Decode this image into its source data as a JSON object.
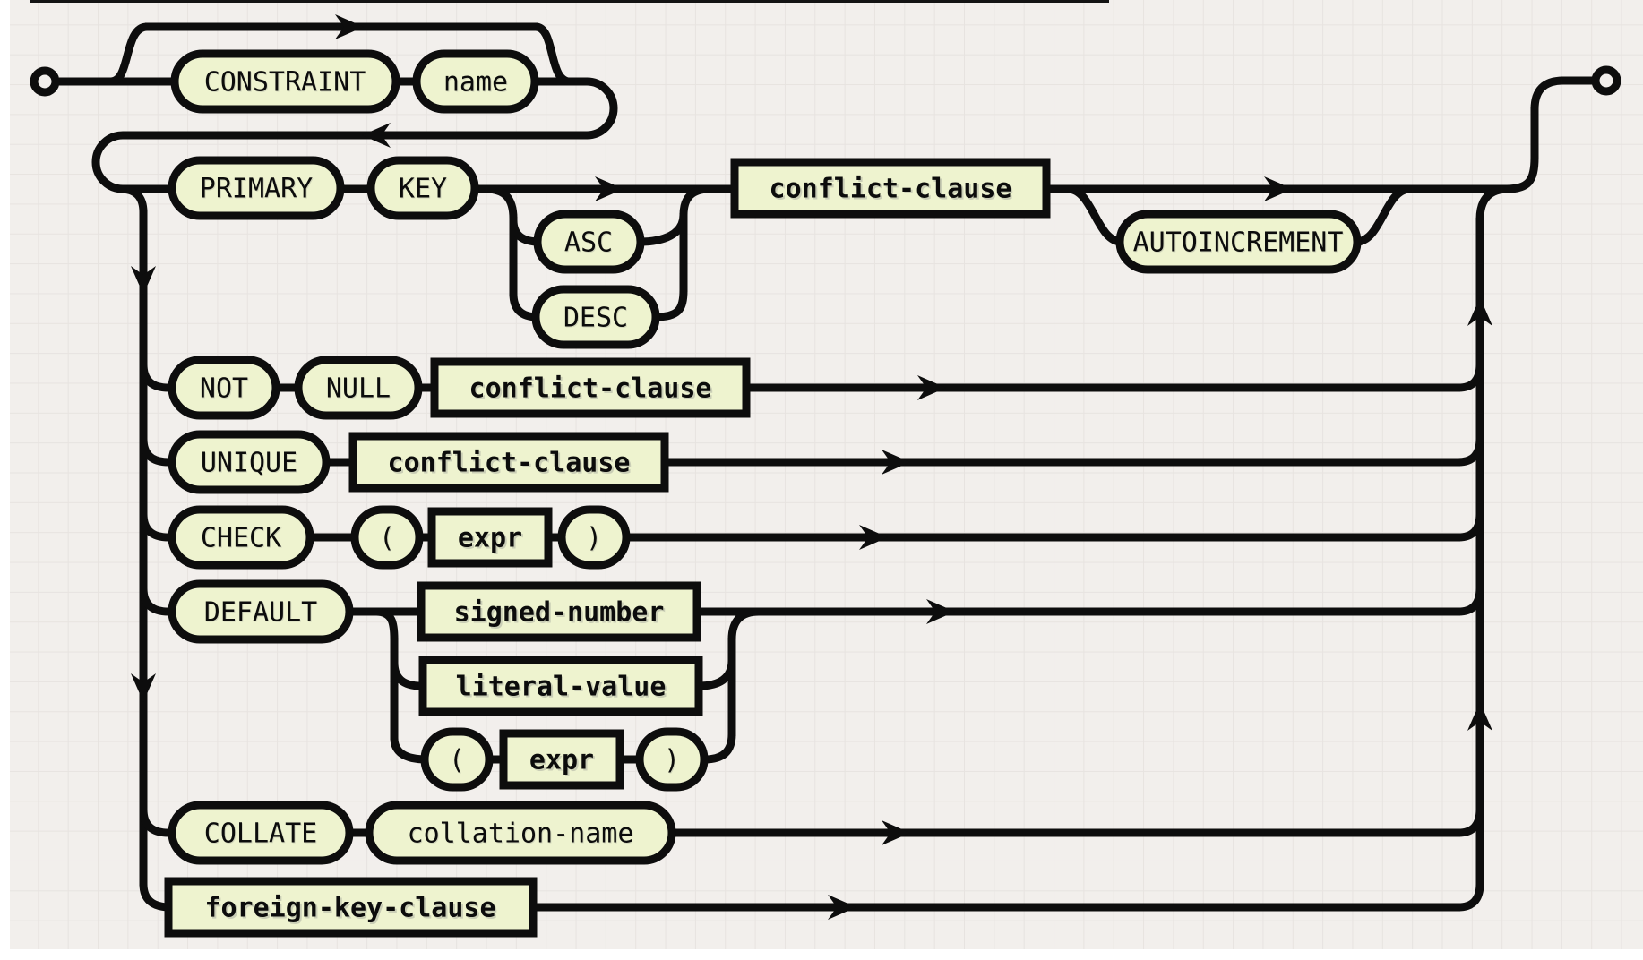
{
  "diagram": {
    "kind": "railroad-syntax-diagram",
    "rule": "column-constraint",
    "nodes": {
      "constraint": "CONSTRAINT",
      "name": "name",
      "primary": "PRIMARY",
      "key": "KEY",
      "asc": "ASC",
      "desc": "DESC",
      "conflict_clause": "conflict-clause",
      "autoincrement": "AUTOINCREMENT",
      "not": "NOT",
      "null": "NULL",
      "unique": "UNIQUE",
      "check": "CHECK",
      "lparen": "(",
      "rparen": ")",
      "expr": "expr",
      "default": "DEFAULT",
      "signed_number": "signed-number",
      "literal_value": "literal-value",
      "collate": "COLLATE",
      "collation_name": "collation-name",
      "foreign_key_clause": "foreign-key-clause"
    },
    "colors": {
      "background": "#f2efec",
      "grid_line": "#e7e3e0",
      "node_fill": "#eef3cf",
      "line": "#0d0d0d",
      "margin": "#ffffff"
    }
  }
}
